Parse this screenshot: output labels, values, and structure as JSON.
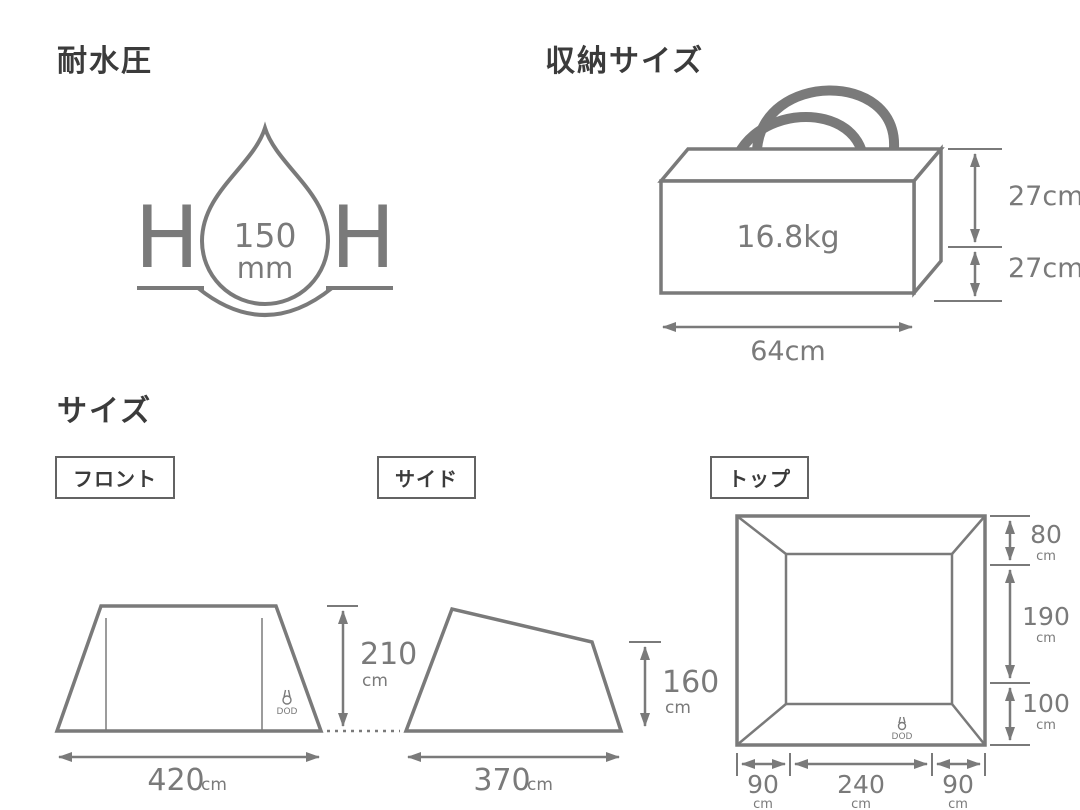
{
  "water": {
    "title": "耐水圧",
    "value": "150",
    "unit": "mm",
    "h_left": "H",
    "h_right": "H"
  },
  "storage": {
    "title": "収納サイズ",
    "weight": "16.8kg",
    "dim_top": "27cm",
    "dim_bottom": "27cm",
    "dim_width": "64cm"
  },
  "size": {
    "title": "サイズ",
    "front": {
      "label": "フロント",
      "width": "420",
      "width_unit": "cm",
      "height": "210",
      "height_unit": "cm",
      "logo": "DOD"
    },
    "side": {
      "label": "サイド",
      "width": "370",
      "width_unit": "cm",
      "height": "160",
      "height_unit": "cm"
    },
    "top": {
      "label": "トップ",
      "logo": "DOD",
      "right": [
        {
          "value": "80",
          "unit": "cm"
        },
        {
          "value": "190",
          "unit": "cm"
        },
        {
          "value": "100",
          "unit": "cm"
        }
      ],
      "bottom": [
        {
          "value": "90",
          "unit": "cm"
        },
        {
          "value": "240",
          "unit": "cm"
        },
        {
          "value": "90",
          "unit": "cm"
        }
      ]
    }
  }
}
